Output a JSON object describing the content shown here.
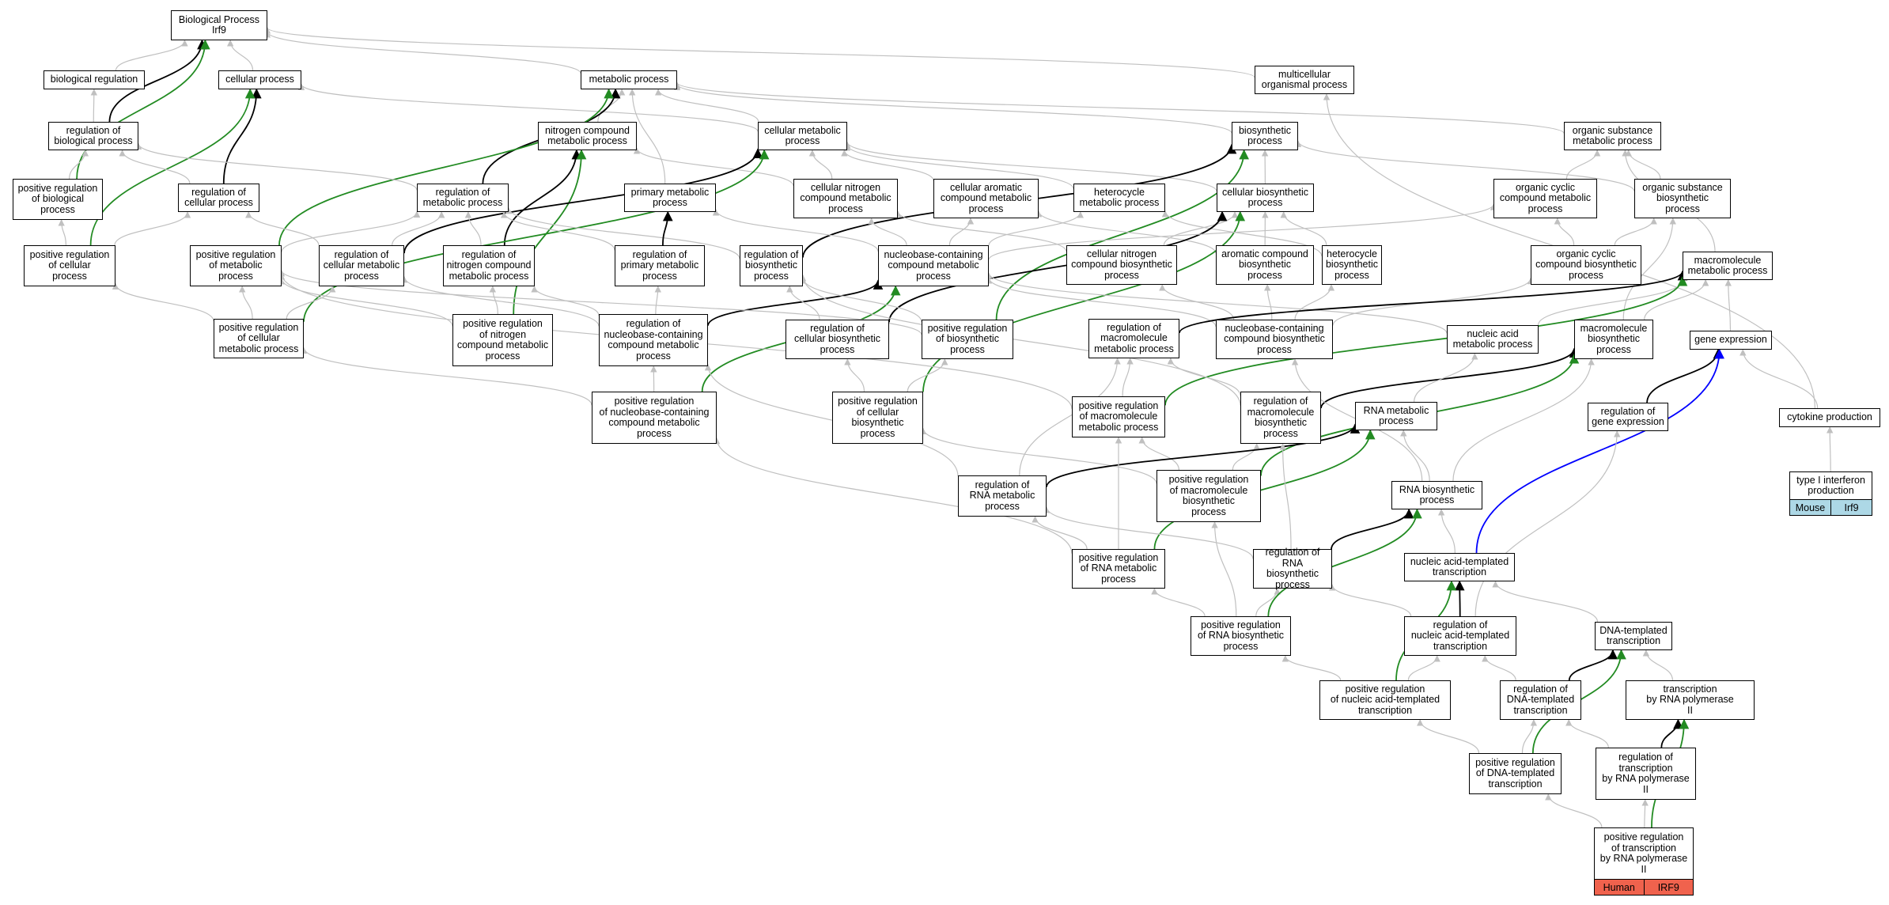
{
  "nodes": [
    {
      "id": "bp",
      "label": "Biological Process\nIrf9"
    },
    {
      "id": "breg",
      "label": "biological regulation"
    },
    {
      "id": "cp",
      "label": "cellular process"
    },
    {
      "id": "mp",
      "label": "metabolic process"
    },
    {
      "id": "mop",
      "label": "multicellular\norganismal process"
    },
    {
      "id": "rbp",
      "label": "regulation of\nbiological process"
    },
    {
      "id": "ncmp",
      "label": "nitrogen compound\nmetabolic process"
    },
    {
      "id": "cmp",
      "label": "cellular metabolic\nprocess"
    },
    {
      "id": "bsp",
      "label": "biosynthetic\nprocess"
    },
    {
      "id": "osmp",
      "label": "organic substance\nmetabolic process"
    },
    {
      "id": "prbp",
      "label": "positive regulation\nof biological\nprocess"
    },
    {
      "id": "rcp",
      "label": "regulation of\ncellular process"
    },
    {
      "id": "rmp",
      "label": "regulation of\nmetabolic process"
    },
    {
      "id": "pmp",
      "label": "primary metabolic\nprocess"
    },
    {
      "id": "cncmp",
      "label": "cellular nitrogen\ncompound metabolic\nprocess"
    },
    {
      "id": "cacmp",
      "label": "cellular aromatic\ncompound metabolic\nprocess"
    },
    {
      "id": "hmp",
      "label": "heterocycle\nmetabolic process"
    },
    {
      "id": "cbp",
      "label": "cellular biosynthetic\nprocess"
    },
    {
      "id": "occmp",
      "label": "organic cyclic\ncompound metabolic\nprocess"
    },
    {
      "id": "osbp",
      "label": "organic substance\nbiosynthetic\nprocess"
    },
    {
      "id": "prcp",
      "label": "positive regulation\nof cellular\nprocess"
    },
    {
      "id": "prmp",
      "label": "positive regulation\nof metabolic\nprocess"
    },
    {
      "id": "rcmp",
      "label": "regulation of\ncellular metabolic\nprocess"
    },
    {
      "id": "rncmp",
      "label": "regulation of\nnitrogen compound\nmetabolic process"
    },
    {
      "id": "rpmp",
      "label": "regulation of\nprimary metabolic\nprocess"
    },
    {
      "id": "rbsp",
      "label": "regulation of\nbiosynthetic\nprocess"
    },
    {
      "id": "nbcmp",
      "label": "nucleobase-containing\ncompound metabolic\nprocess"
    },
    {
      "id": "cncbp",
      "label": "cellular nitrogen\ncompound biosynthetic\nprocess"
    },
    {
      "id": "acbp",
      "label": "aromatic compound\nbiosynthetic\nprocess"
    },
    {
      "id": "hbp",
      "label": "heterocycle\nbiosynthetic\nprocess"
    },
    {
      "id": "occbp",
      "label": "organic cyclic\ncompound biosynthetic\nprocess"
    },
    {
      "id": "mmp",
      "label": "macromolecule\nmetabolic process"
    },
    {
      "id": "prcmp",
      "label": "positive regulation\nof cellular\nmetabolic process"
    },
    {
      "id": "prncmp",
      "label": "positive regulation\nof nitrogen\ncompound metabolic\nprocess"
    },
    {
      "id": "rnbcmp",
      "label": "regulation of\nnucleobase-containing\ncompound metabolic\nprocess"
    },
    {
      "id": "rcbp",
      "label": "regulation of\ncellular biosynthetic\nprocess"
    },
    {
      "id": "prbsp",
      "label": "positive regulation\nof biosynthetic\nprocess"
    },
    {
      "id": "rmmp",
      "label": "regulation of\nmacromolecule\nmetabolic process"
    },
    {
      "id": "nbcbp",
      "label": "nucleobase-containing\ncompound biosynthetic\nprocess"
    },
    {
      "id": "namp",
      "label": "nucleic acid\nmetabolic process"
    },
    {
      "id": "mbp",
      "label": "macromolecule\nbiosynthetic\nprocess"
    },
    {
      "id": "ge",
      "label": "gene expression"
    },
    {
      "id": "prnbcmp",
      "label": "positive regulation\nof nucleobase-containing\ncompound metabolic\nprocess"
    },
    {
      "id": "prcbp",
      "label": "positive regulation\nof cellular\nbiosynthetic\nprocess"
    },
    {
      "id": "prmmp",
      "label": "positive regulation\nof macromolecule\nmetabolic process"
    },
    {
      "id": "rmbp",
      "label": "regulation of\nmacromolecule\nbiosynthetic\nprocess"
    },
    {
      "id": "rnamp",
      "label": "RNA metabolic\nprocess"
    },
    {
      "id": "rge",
      "label": "regulation of\ngene expression"
    },
    {
      "id": "cyp",
      "label": "cytokine production"
    },
    {
      "id": "rrnamp",
      "label": "regulation of\nRNA metabolic\nprocess"
    },
    {
      "id": "prmbp",
      "label": "positive regulation\nof macromolecule\nbiosynthetic\nprocess"
    },
    {
      "id": "rnabp",
      "label": "RNA biosynthetic\nprocess"
    },
    {
      "id": "t1ifn",
      "label": "type I interferon\nproduction"
    },
    {
      "id": "prrnamp",
      "label": "positive regulation\nof RNA metabolic\nprocess"
    },
    {
      "id": "rrnabp",
      "label": "regulation of\nRNA biosynthetic\nprocess"
    },
    {
      "id": "natt",
      "label": "nucleic acid-templated\ntranscription"
    },
    {
      "id": "prrnabp",
      "label": "positive regulation\nof RNA biosynthetic\nprocess"
    },
    {
      "id": "rnatt",
      "label": "regulation of\nnucleic acid-templated\ntranscription"
    },
    {
      "id": "dtt",
      "label": "DNA-templated\ntranscription"
    },
    {
      "id": "prnatt",
      "label": "positive regulation\nof nucleic acid-templated\ntranscription"
    },
    {
      "id": "rdtt",
      "label": "regulation of\nDNA-templated\ntranscription"
    },
    {
      "id": "trnap2",
      "label": "transcription\nby RNA polymerase\nII"
    },
    {
      "id": "prdtt",
      "label": "positive regulation\nof DNA-templated\ntranscription"
    },
    {
      "id": "rtrnap2",
      "label": "regulation of\ntranscription\nby RNA polymerase\nII"
    },
    {
      "id": "prtrnap2",
      "label": "positive regulation\nof transcription\nby RNA polymerase\nII"
    }
  ],
  "annotations": [
    {
      "node": "t1ifn",
      "species": "Mouse",
      "gene": "Irf9",
      "color": "#add8e6"
    },
    {
      "node": "prtrnap2",
      "species": "Human",
      "gene": "IRF9",
      "color": "#f0624d"
    }
  ],
  "edges": [
    [
      "breg",
      "bp",
      "gray"
    ],
    [
      "cp",
      "bp",
      "gray"
    ],
    [
      "rbp",
      "bp",
      "black"
    ],
    [
      "prbp",
      "bp",
      "green"
    ],
    [
      "mp",
      "bp",
      "gray"
    ],
    [
      "mop",
      "bp",
      "gray"
    ],
    [
      "rbp",
      "breg",
      "gray"
    ],
    [
      "rcp",
      "cp",
      "black"
    ],
    [
      "cmp",
      "cp",
      "gray"
    ],
    [
      "prcp",
      "cp",
      "green"
    ],
    [
      "ncmp",
      "mp",
      "gray"
    ],
    [
      "cmp",
      "mp",
      "gray"
    ],
    [
      "pmp",
      "mp",
      "gray"
    ],
    [
      "bsp",
      "mp",
      "gray"
    ],
    [
      "osmp",
      "mp",
      "gray"
    ],
    [
      "rmp",
      "mp",
      "black"
    ],
    [
      "prmp",
      "mp",
      "green"
    ],
    [
      "cyp",
      "mop",
      "gray"
    ],
    [
      "prbp",
      "rbp",
      "gray"
    ],
    [
      "rcp",
      "rbp",
      "gray"
    ],
    [
      "rmp",
      "rbp",
      "gray"
    ],
    [
      "rncmp",
      "ncmp",
      "black"
    ],
    [
      "prncmp",
      "ncmp",
      "green"
    ],
    [
      "cncmp",
      "ncmp",
      "gray"
    ],
    [
      "cncmp",
      "cmp",
      "gray"
    ],
    [
      "cacmp",
      "cmp",
      "gray"
    ],
    [
      "hmp",
      "cmp",
      "gray"
    ],
    [
      "cbp",
      "cmp",
      "gray"
    ],
    [
      "rcmp",
      "cmp",
      "black"
    ],
    [
      "prcmp",
      "cmp",
      "green"
    ],
    [
      "cbp",
      "bsp",
      "gray"
    ],
    [
      "osbp",
      "bsp",
      "gray"
    ],
    [
      "rbsp",
      "bsp",
      "black"
    ],
    [
      "prbsp",
      "bsp",
      "green"
    ],
    [
      "occmp",
      "osmp",
      "gray"
    ],
    [
      "osbp",
      "osmp",
      "gray"
    ],
    [
      "mmp",
      "osmp",
      "gray"
    ],
    [
      "prcp",
      "prbp",
      "gray"
    ],
    [
      "prcp",
      "rcp",
      "gray"
    ],
    [
      "rcmp",
      "rcp",
      "gray"
    ],
    [
      "prmp",
      "rmp",
      "gray"
    ],
    [
      "rcmp",
      "rmp",
      "gray"
    ],
    [
      "rncmp",
      "rmp",
      "gray"
    ],
    [
      "rpmp",
      "rmp",
      "gray"
    ],
    [
      "rbsp",
      "rmp",
      "gray"
    ],
    [
      "rpmp",
      "pmp",
      "black"
    ],
    [
      "nbcmp",
      "pmp",
      "gray"
    ],
    [
      "nbcmp",
      "cncmp",
      "gray"
    ],
    [
      "cncbp",
      "cncmp",
      "gray"
    ],
    [
      "nbcmp",
      "cacmp",
      "gray"
    ],
    [
      "acbp",
      "cacmp",
      "gray"
    ],
    [
      "nbcmp",
      "hmp",
      "gray"
    ],
    [
      "hbp",
      "hmp",
      "gray"
    ],
    [
      "cncbp",
      "cbp",
      "gray"
    ],
    [
      "acbp",
      "cbp",
      "gray"
    ],
    [
      "hbp",
      "cbp",
      "gray"
    ],
    [
      "rcbp",
      "cbp",
      "black"
    ],
    [
      "prcbp",
      "cbp",
      "green"
    ],
    [
      "nbcmp",
      "occmp",
      "gray"
    ],
    [
      "occbp",
      "occmp",
      "gray"
    ],
    [
      "occbp",
      "osbp",
      "gray"
    ],
    [
      "mbp",
      "osbp",
      "gray"
    ],
    [
      "prcmp",
      "prcp",
      "gray"
    ],
    [
      "prcmp",
      "prmp",
      "gray"
    ],
    [
      "prcmp",
      "rcmp",
      "gray"
    ],
    [
      "prncmp",
      "prmp",
      "gray"
    ],
    [
      "prncmp",
      "rncmp",
      "gray"
    ],
    [
      "rnbcmp",
      "rcmp",
      "gray"
    ],
    [
      "rnbcmp",
      "rpmp",
      "gray"
    ],
    [
      "rnbcmp",
      "rncmp",
      "gray"
    ],
    [
      "rnbcmp",
      "nbcmp",
      "black"
    ],
    [
      "prnbcmp",
      "nbcmp",
      "green"
    ],
    [
      "rcbp",
      "rbsp",
      "gray"
    ],
    [
      "prbsp",
      "rbsp",
      "gray"
    ],
    [
      "nbcbp",
      "nbcmp",
      "gray"
    ],
    [
      "namp",
      "nbcmp",
      "gray"
    ],
    [
      "nbcbp",
      "cncbp",
      "gray"
    ],
    [
      "nbcbp",
      "acbp",
      "gray"
    ],
    [
      "nbcbp",
      "hbp",
      "gray"
    ],
    [
      "nbcbp",
      "occbp",
      "gray"
    ],
    [
      "namp",
      "mmp",
      "gray"
    ],
    [
      "mbp",
      "mmp",
      "gray"
    ],
    [
      "ge",
      "mmp",
      "gray"
    ],
    [
      "rmmp",
      "mmp",
      "black"
    ],
    [
      "prmmp",
      "mmp",
      "green"
    ],
    [
      "prbsp",
      "prmp",
      "gray"
    ],
    [
      "prcbp",
      "prbsp",
      "gray"
    ],
    [
      "prcbp",
      "rcbp",
      "gray"
    ],
    [
      "rmbp",
      "rmmp",
      "gray"
    ],
    [
      "rmbp",
      "rbsp",
      "gray"
    ],
    [
      "rmbp",
      "mbp",
      "black"
    ],
    [
      "prmbp",
      "mbp",
      "green"
    ],
    [
      "rge",
      "ge",
      "black"
    ],
    [
      "natt",
      "ge",
      "blue"
    ],
    [
      "cyp",
      "ge",
      "gray"
    ],
    [
      "rnamp",
      "namp",
      "gray"
    ],
    [
      "rnabp",
      "nbcbp",
      "gray"
    ],
    [
      "rnabp",
      "mbp",
      "gray"
    ],
    [
      "prnbcmp",
      "prcmp",
      "gray"
    ],
    [
      "prnbcmp",
      "rnbcmp",
      "gray"
    ],
    [
      "prmmp",
      "rmmp",
      "gray"
    ],
    [
      "prmmp",
      "prmp",
      "gray"
    ],
    [
      "prmbp",
      "rmbp",
      "gray"
    ],
    [
      "prmbp",
      "prmmp",
      "gray"
    ],
    [
      "prmbp",
      "prcbp",
      "gray"
    ],
    [
      "rrnamp",
      "rnbcmp",
      "gray"
    ],
    [
      "rrnamp",
      "rmmp",
      "gray"
    ],
    [
      "rrnamp",
      "rnamp",
      "black"
    ],
    [
      "prrnamp",
      "rrnamp",
      "gray"
    ],
    [
      "prrnamp",
      "prnbcmp",
      "gray"
    ],
    [
      "prrnamp",
      "prmmp",
      "gray"
    ],
    [
      "prrnamp",
      "rnamp",
      "green"
    ],
    [
      "rrnabp",
      "rrnamp",
      "gray"
    ],
    [
      "rrnabp",
      "rmbp",
      "gray"
    ],
    [
      "rrnabp",
      "rnabp",
      "black"
    ],
    [
      "rnabp",
      "rnamp",
      "gray"
    ],
    [
      "natt",
      "rnabp",
      "gray"
    ],
    [
      "t1ifn",
      "cyp",
      "gray"
    ],
    [
      "prrnabp",
      "prrnamp",
      "gray"
    ],
    [
      "prrnabp",
      "rrnabp",
      "gray"
    ],
    [
      "prrnabp",
      "prmbp",
      "gray"
    ],
    [
      "prrnabp",
      "rnabp",
      "green"
    ],
    [
      "rnatt",
      "rrnabp",
      "gray"
    ],
    [
      "rnatt",
      "natt",
      "black"
    ],
    [
      "rnatt",
      "rge",
      "gray"
    ],
    [
      "dtt",
      "natt",
      "gray"
    ],
    [
      "prnatt",
      "prrnabp",
      "gray"
    ],
    [
      "prnatt",
      "rnatt",
      "gray"
    ],
    [
      "prnatt",
      "natt",
      "green"
    ],
    [
      "rdtt",
      "rnatt",
      "gray"
    ],
    [
      "rdtt",
      "dtt",
      "black"
    ],
    [
      "trnap2",
      "dtt",
      "gray"
    ],
    [
      "prdtt",
      "prnatt",
      "gray"
    ],
    [
      "prdtt",
      "rdtt",
      "gray"
    ],
    [
      "prdtt",
      "dtt",
      "green"
    ],
    [
      "rtrnap2",
      "rdtt",
      "gray"
    ],
    [
      "rtrnap2",
      "trnap2",
      "black"
    ],
    [
      "prtrnap2",
      "prdtt",
      "gray"
    ],
    [
      "prtrnap2",
      "rtrnap2",
      "gray"
    ],
    [
      "prtrnap2",
      "trnap2",
      "green"
    ]
  ],
  "colors": {
    "gray": "#c0c0c0",
    "black": "#000000",
    "green": "#228b22",
    "blue": "#0000ff"
  }
}
